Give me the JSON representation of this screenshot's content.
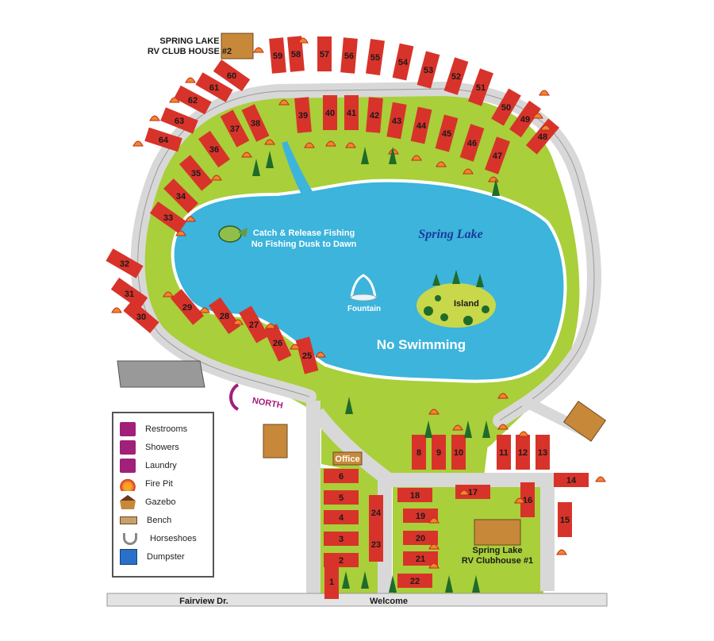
{
  "map": {
    "lake_name": "Spring Lake",
    "fishing_line1": "Catch & Release Fishing",
    "fishing_line2": "No Fishing Dusk to Dawn",
    "fountain_label": "Fountain",
    "island_label": "Island",
    "no_swimming": "No Swimming",
    "north_label": "NORTH",
    "office_label": "Office",
    "clubhouse2_line1": "SPRING LAKE",
    "clubhouse2_line2": "RV CLUB HOUSE #2",
    "clubhouse1_line1": "Spring Lake",
    "clubhouse1_line2": "RV Clubhouse #1",
    "road_fairview": "Fairview Dr.",
    "road_welcome": "Welcome"
  },
  "sites": [
    "1",
    "2",
    "3",
    "4",
    "5",
    "6",
    "8",
    "9",
    "10",
    "11",
    "12",
    "13",
    "14",
    "15",
    "16",
    "17",
    "18",
    "19",
    "20",
    "21",
    "22",
    "23",
    "24",
    "25",
    "26",
    "27",
    "28",
    "29",
    "30",
    "31",
    "32",
    "33",
    "34",
    "35",
    "36",
    "37",
    "38",
    "39",
    "40",
    "41",
    "42",
    "43",
    "44",
    "45",
    "46",
    "47",
    "48",
    "49",
    "50",
    "51",
    "52",
    "53",
    "54",
    "55",
    "56",
    "57",
    "58",
    "59",
    "60",
    "61",
    "62",
    "63",
    "64"
  ],
  "legend": {
    "items": [
      {
        "icon": "restrooms-icon",
        "label": "Restrooms"
      },
      {
        "icon": "showers-icon",
        "label": "Showers"
      },
      {
        "icon": "laundry-icon",
        "label": "Laundry"
      },
      {
        "icon": "fire-pit-icon",
        "label": "Fire Pit"
      },
      {
        "icon": "gazebo-icon",
        "label": "Gazebo"
      },
      {
        "icon": "bench-icon",
        "label": "Bench"
      },
      {
        "icon": "horseshoes-icon",
        "label": "Horseshoes"
      },
      {
        "icon": "dumpster-icon",
        "label": "Dumpster"
      }
    ]
  },
  "colors": {
    "lake": "#3cb4dc",
    "grass": "#a9cf3a",
    "road": "#d8d8d8",
    "site": "#d8332a",
    "building": "#c8883a",
    "legend_purple": "#a0207a"
  }
}
